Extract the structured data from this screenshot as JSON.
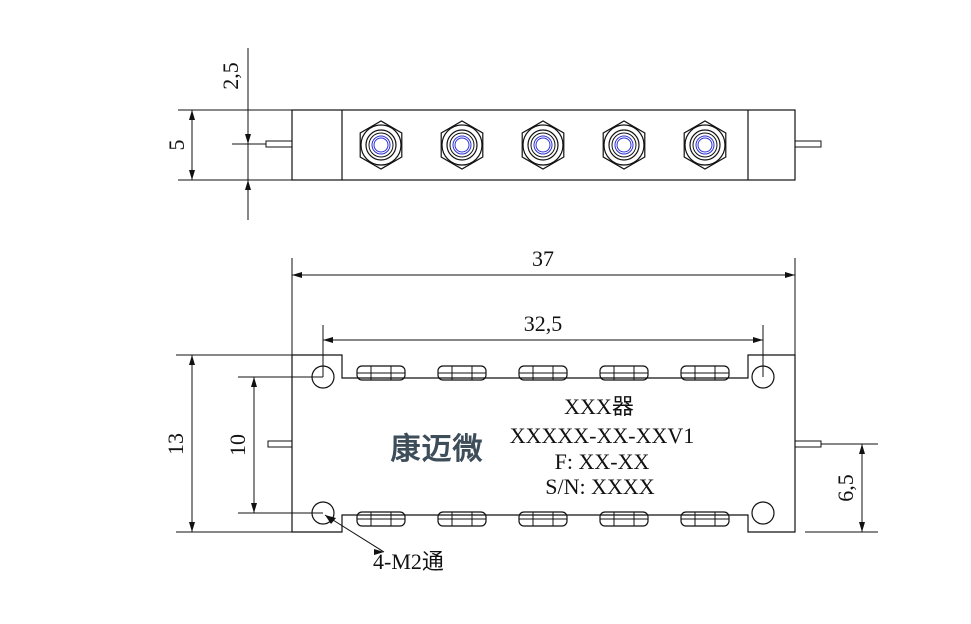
{
  "top_view": {
    "dim_gap": "2,5",
    "dim_height": "5",
    "connector_count": 5
  },
  "front_view": {
    "dim_length": "37",
    "dim_hole_spacing": "32,5",
    "dim_height": "13",
    "dim_hole_vertical": "10",
    "dim_port_offset": "6,5",
    "hole_callout": "4-M2通",
    "brand": "康迈微",
    "marking": {
      "line1": "XXX器",
      "line2": "XXXXX-XX-XXV1",
      "line3": "F: XX-XX",
      "line4": "S/N: XXXX"
    }
  }
}
